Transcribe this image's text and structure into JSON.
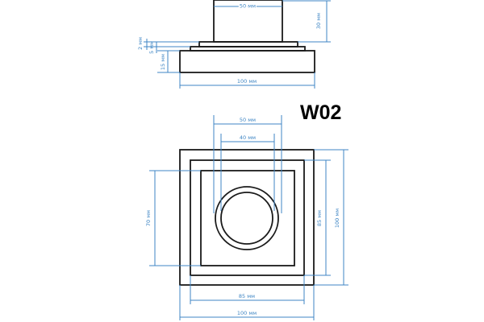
{
  "model": "W02",
  "side_view": {
    "dims": {
      "width_top": "50 мм",
      "height_top": "30 мм",
      "step_small": "2 мм",
      "step_mid": "5 мм",
      "step_base": "15 мм",
      "width_base": "100 мм"
    }
  },
  "top_view": {
    "dims": {
      "width_50": "50 мм",
      "width_40": "40 мм",
      "height_70": "70 мм",
      "height_85": "85 мм",
      "height_100": "100 мм",
      "width_85": "85 мм",
      "width_100": "100 мм"
    }
  },
  "colors": {
    "dimension": "#3f86c4",
    "outline": "#1a1a1a"
  }
}
